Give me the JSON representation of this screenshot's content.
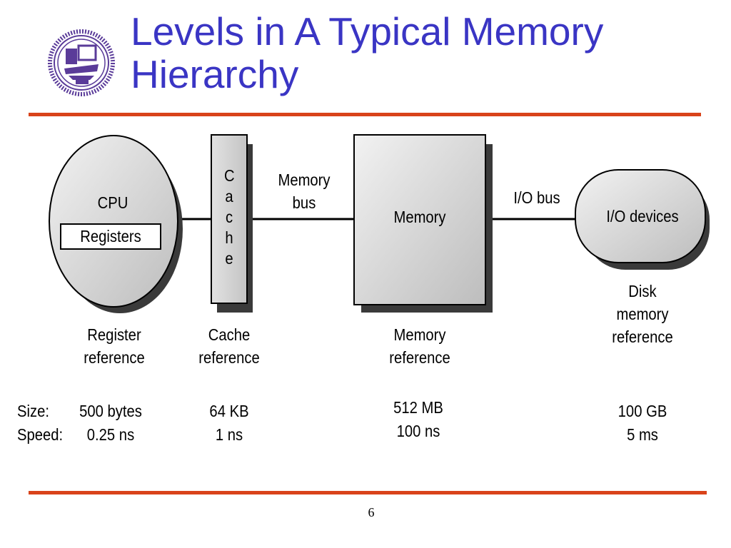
{
  "slide": {
    "title_line1": "Levels in A Typical Memory",
    "title_line2": "Hierarchy",
    "page_number": "6"
  },
  "colors": {
    "title": "#3a35c4",
    "rule": "#d9431a",
    "logo": "#5a3b99",
    "box_fill": "#d6d6d6",
    "shadow": "#3a3a3a"
  },
  "icons": {
    "logo": "university-seal-icon"
  },
  "diagram": {
    "cpu_label": "CPU",
    "registers_label": "Registers",
    "cache_label": "Cache",
    "memory_bus_line1": "Memory",
    "memory_bus_line2": "bus",
    "memory_label": "Memory",
    "io_bus_label": "I/O bus",
    "io_devices_label": "I/O devices",
    "disk_line1": "Disk",
    "disk_line2": "memory",
    "disk_line3": "reference"
  },
  "columns": {
    "register_ref_line1": "Register",
    "register_ref_line2": "reference",
    "cache_ref_line1": "Cache",
    "cache_ref_line2": "reference",
    "memory_ref_line1": "Memory",
    "memory_ref_line2": "reference"
  },
  "specs": {
    "size_label": "Size:",
    "speed_label": "Speed:",
    "register_size": "500 bytes",
    "register_speed": "0.25 ns",
    "cache_size": "64 KB",
    "cache_speed": "1 ns",
    "memory_size": "512 MB",
    "memory_speed": "100 ns",
    "disk_size": "100 GB",
    "disk_speed": "5 ms"
  }
}
